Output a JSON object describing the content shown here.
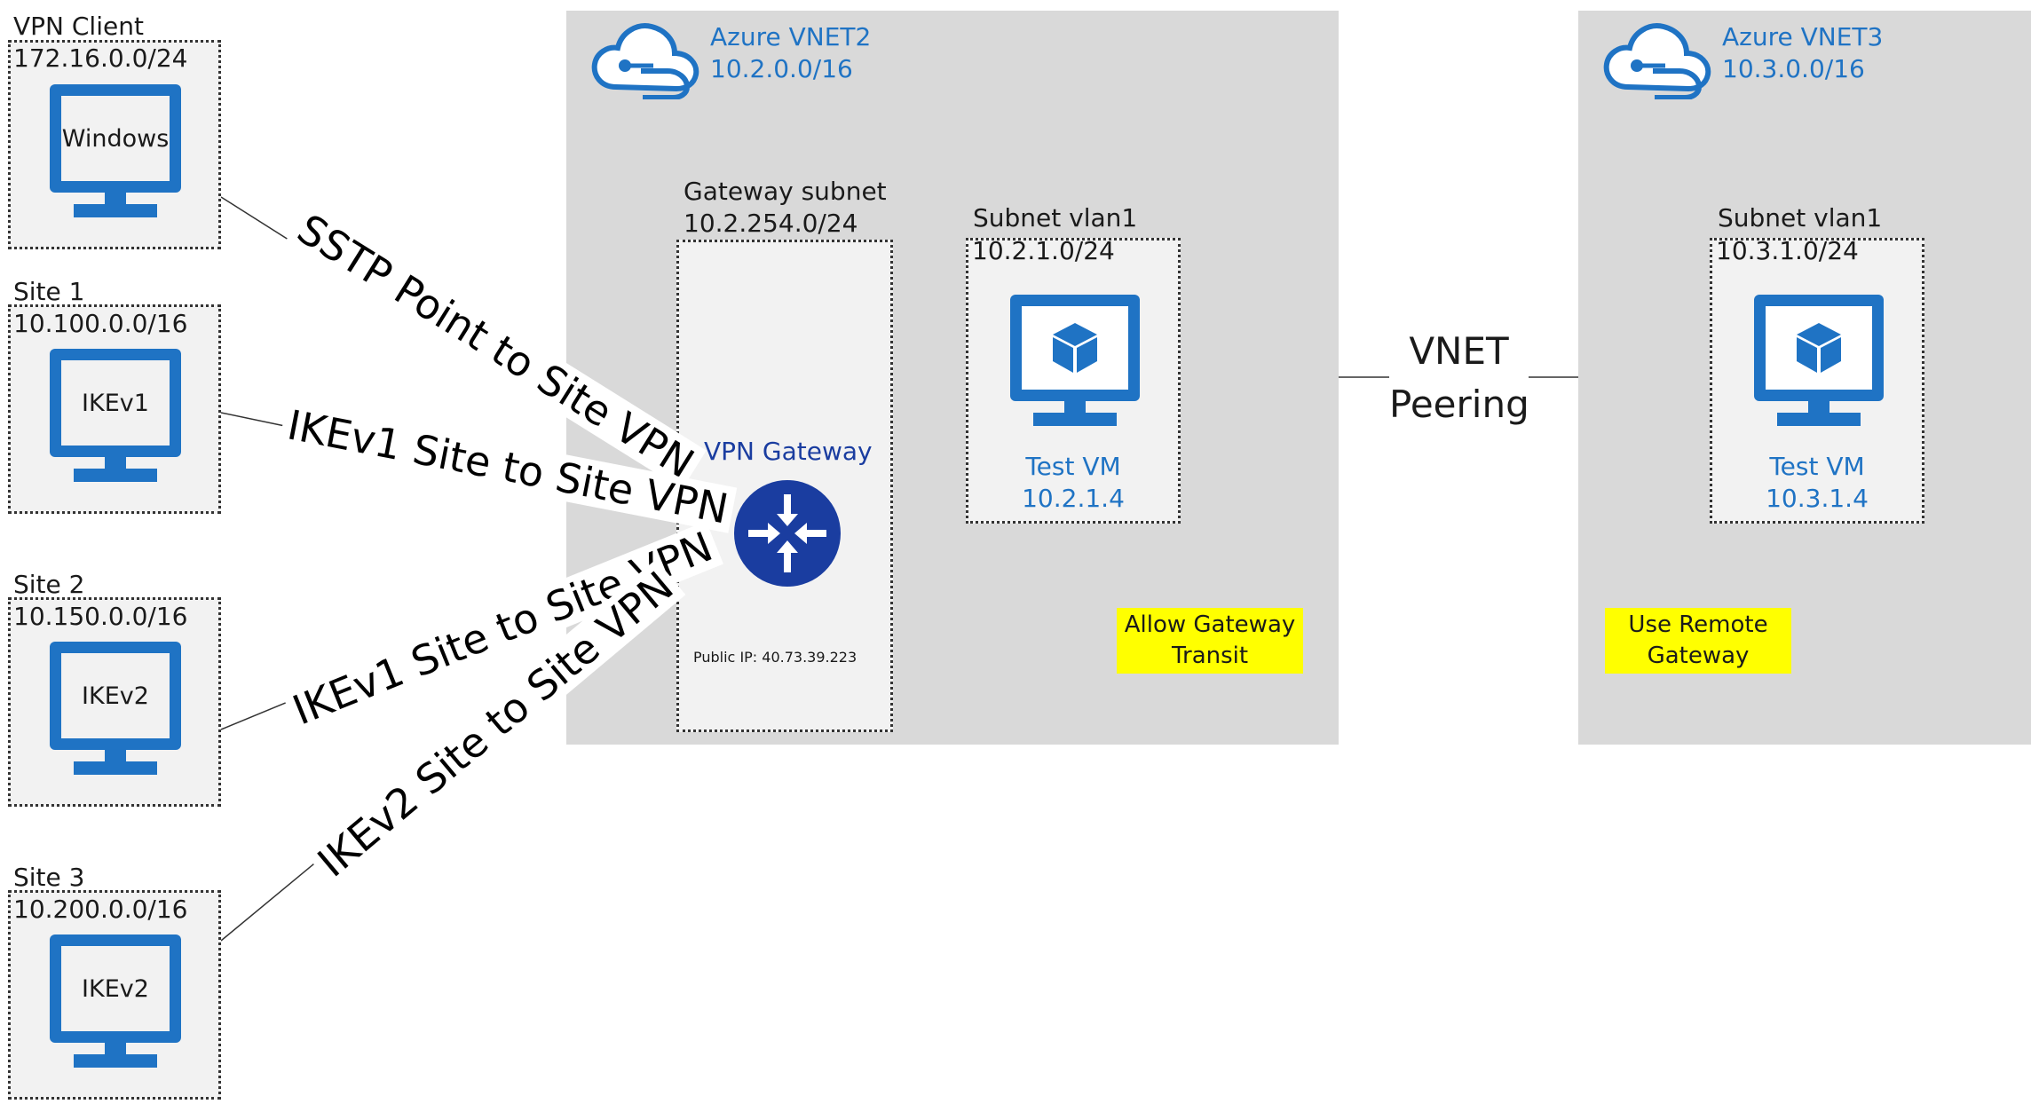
{
  "sites": [
    {
      "name": "VPN Client",
      "cidr": "172.16.0.0/24",
      "device": "Windows"
    },
    {
      "name": "Site 1",
      "cidr": "10.100.0.0/16",
      "device": "IKEv1"
    },
    {
      "name": "Site 2",
      "cidr": "10.150.0.0/16",
      "device": "IKEv2"
    },
    {
      "name": "Site 3",
      "cidr": "10.200.0.0/16",
      "device": "IKEv2"
    }
  ],
  "connections": [
    "SSTP Point to Site VPN",
    "IKEv1 Site to Site VPN",
    "IKEv1 Site to Site VPN",
    "IKEv2 Site to Site VPN"
  ],
  "vnet2": {
    "name": "Azure VNET2",
    "cidr": "10.2.0.0/16",
    "gateway_subnet": {
      "name": "Gateway subnet",
      "cidr": "10.2.254.0/24"
    },
    "gateway": {
      "label": "VPN Gateway",
      "public_ip": "Public IP: 40.73.39.223"
    },
    "subnet": {
      "name": "Subnet vlan1",
      "cidr": "10.2.1.0/24"
    },
    "vm": {
      "name": "Test VM",
      "ip": "10.2.1.4"
    },
    "note": "Allow Gateway Transit"
  },
  "peering": {
    "line1": "VNET",
    "line2": "Peering"
  },
  "vnet3": {
    "name": "Azure VNET3",
    "cidr": "10.3.0.0/16",
    "subnet": {
      "name": "Subnet vlan1",
      "cidr": "10.3.1.0/24"
    },
    "vm": {
      "name": "Test VM",
      "ip": "10.3.1.4"
    },
    "note": "Use Remote Gateway"
  },
  "colors": {
    "azure_blue": "#1f73c4",
    "gateway_navy": "#1a3da0",
    "vnet_bg": "#d9d9d9",
    "note_bg": "#ffff00"
  }
}
